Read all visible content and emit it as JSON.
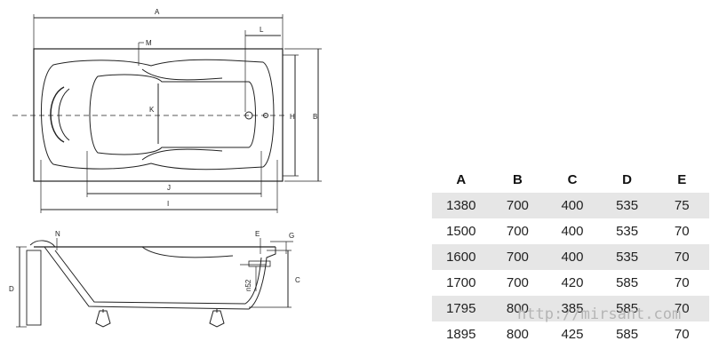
{
  "dimension_labels": {
    "A": "A",
    "B": "B",
    "C": "C",
    "D": "D",
    "E": "E",
    "G": "G",
    "H": "H",
    "I": "I",
    "J": "J",
    "K": "K",
    "L": "L",
    "M": "M",
    "N": "N",
    "n52": "n52"
  },
  "table": {
    "headers": [
      "A",
      "B",
      "C",
      "D",
      "E"
    ],
    "rows": [
      [
        "1380",
        "700",
        "400",
        "535",
        "75"
      ],
      [
        "1500",
        "700",
        "400",
        "535",
        "70"
      ],
      [
        "1600",
        "700",
        "400",
        "535",
        "70"
      ],
      [
        "1700",
        "700",
        "420",
        "585",
        "70"
      ],
      [
        "1795",
        "800",
        "385",
        "585",
        "70"
      ],
      [
        "1895",
        "800",
        "425",
        "585",
        "70"
      ]
    ]
  },
  "watermark": "http://mirsant.com"
}
